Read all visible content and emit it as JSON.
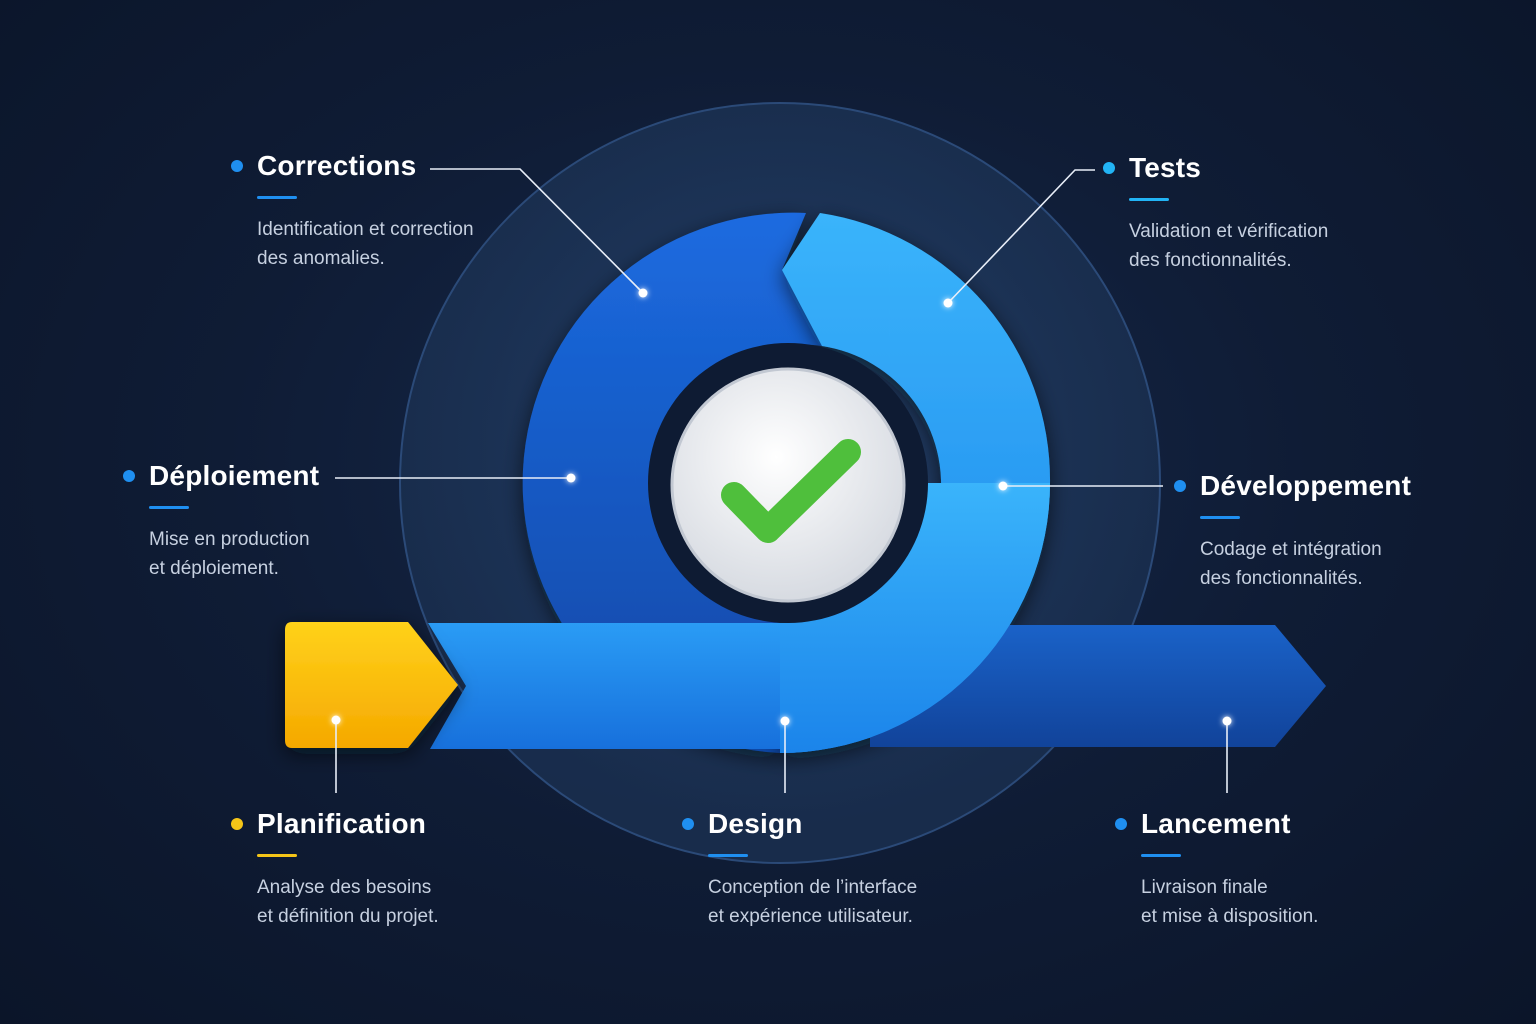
{
  "colors": {
    "background": "#0e1a30",
    "ring_dark": "#1559c4",
    "ring_light": "#29a4f5",
    "arrow_blue": "#1f8de9",
    "arrow_dark": "#1556b5",
    "arrow_yellow": "#ffc107",
    "check_green": "#4fbf3c",
    "accent_blue": "#1f8ff0",
    "accent_yellow": "#f5c518",
    "text_white": "#ffffff",
    "text_muted": "#c6d0e0"
  },
  "icons": {
    "center": "checkmark-icon"
  },
  "stages": {
    "corrections": {
      "title": "Corrections",
      "line1": "Identification et correction",
      "line2": "des anomalies."
    },
    "tests": {
      "title": "Tests",
      "line1": "Validation et vérification",
      "line2": "des fonctionnalités."
    },
    "deploiement": {
      "title": "Déploiement",
      "line1": "Mise en production",
      "line2": "et déploiement."
    },
    "developpement": {
      "title": "Développement",
      "line1": "Codage et intégration",
      "line2": "des fonctionnalités."
    },
    "planification": {
      "title": "Planification",
      "line1": "Analyse des besoins",
      "line2": "et définition du projet."
    },
    "design": {
      "title": "Design",
      "line1": "Conception de l’interface",
      "line2": "et expérience utilisateur."
    },
    "lancement": {
      "title": "Lancement",
      "line1": "Livraison finale",
      "line2": "et mise à disposition."
    }
  }
}
